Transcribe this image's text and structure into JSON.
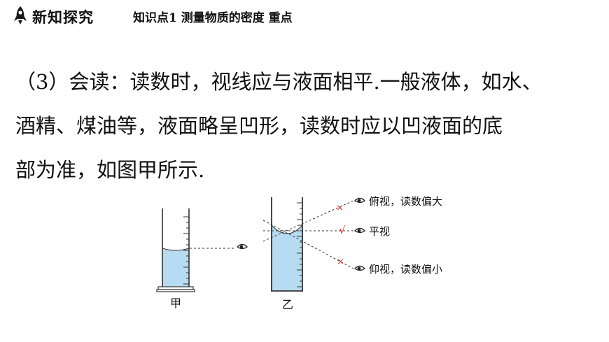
{
  "header": {
    "section_title": "新知探究",
    "subtitle": "知识点1  测量物质的密度  重点",
    "icon": "rocket-icon"
  },
  "content": {
    "lines": [
      "（3）会读：读数时，视线应与液面相平.一般液体，如水、",
      "酒精、煤油等，液面略呈凹形，读数时应以凹液面的底",
      "部为准，如图甲所示."
    ]
  },
  "figure": {
    "label_jia": "甲",
    "label_yi": "乙",
    "annotations": {
      "top": "俯视，读数偏大",
      "middle": "平视",
      "bottom": "仰视，读数偏小"
    },
    "marks": {
      "wrong": "×",
      "right": "√"
    },
    "colors": {
      "liquid": "#b7dcf2",
      "wrong_mark": "#d9312a",
      "right_mark": "#d9312a"
    }
  }
}
